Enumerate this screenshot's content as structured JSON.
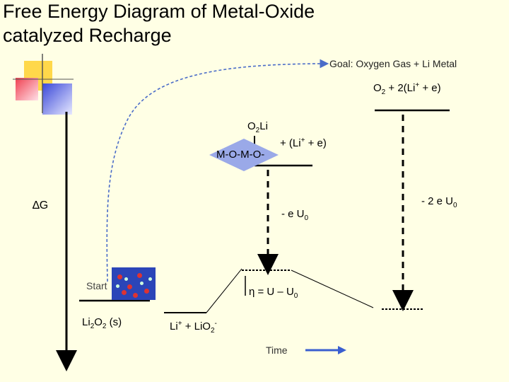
{
  "title_line1": "Free Energy Diagram of Metal-Oxide",
  "title_line2": "catalyzed Recharge",
  "goal": "Goal: Oxygen Gas + Li Metal",
  "labels": {
    "top_state_prefix": "O",
    "top_state_sub": "2",
    "top_state_mid": " + 2(Li",
    "top_state_sup": "+",
    "top_state_suffix": " + e)",
    "o2li_prefix": "O",
    "o2li_sub": "2",
    "o2li_suffix": "Li",
    "li_e_prefix": "+ (Li",
    "li_e_sup": "+",
    "li_e_suffix": " + e)",
    "catalyst": "M-O-M-O-",
    "delta_g": "∆G",
    "minus_eu0_prefix": "- e U",
    "minus_eu0_sub": "0",
    "minus_2eu0_prefix": "- 2 e U",
    "minus_2eu0_sub": "0",
    "start": "Start",
    "eta_prefix": "η = U – U",
    "eta_sub": "0",
    "li2o2_a": "Li",
    "li2o2_sub1": "2",
    "li2o2_b": "O",
    "li2o2_sub2": "2",
    "li2o2_c": " (s)",
    "lio2_a": "Li",
    "lio2_sup1": "+",
    "lio2_b": " + LiO",
    "lio2_sub": "2",
    "lio2_sup2": "-",
    "time": "Time"
  },
  "colors": {
    "background": "#FFFFE5",
    "catalyst_diamond": "#9AA9E8",
    "time_arrow": "#3A5FD0",
    "goal_curve": "#4A6CC8",
    "logo_yellow": "#FFD84A",
    "logo_red": "#F04050",
    "logo_blue": "#3A48D8"
  }
}
